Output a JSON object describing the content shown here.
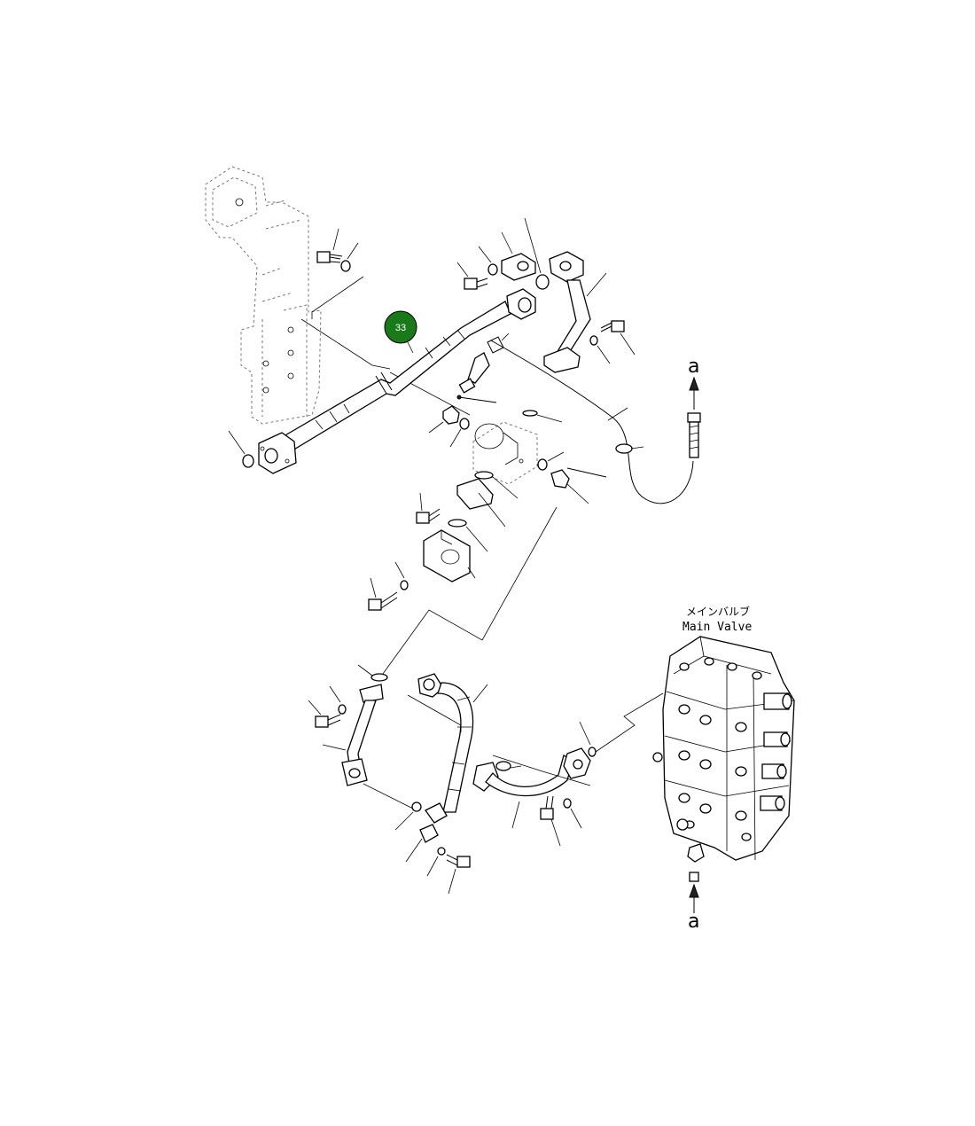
{
  "labels": {
    "main_valve_jp": "メインバルブ",
    "main_valve_en": "Main Valve",
    "ref_top": "a",
    "ref_bottom": "a"
  },
  "callouts": [
    {
      "number": "33",
      "color": "#1a7a1a"
    }
  ]
}
